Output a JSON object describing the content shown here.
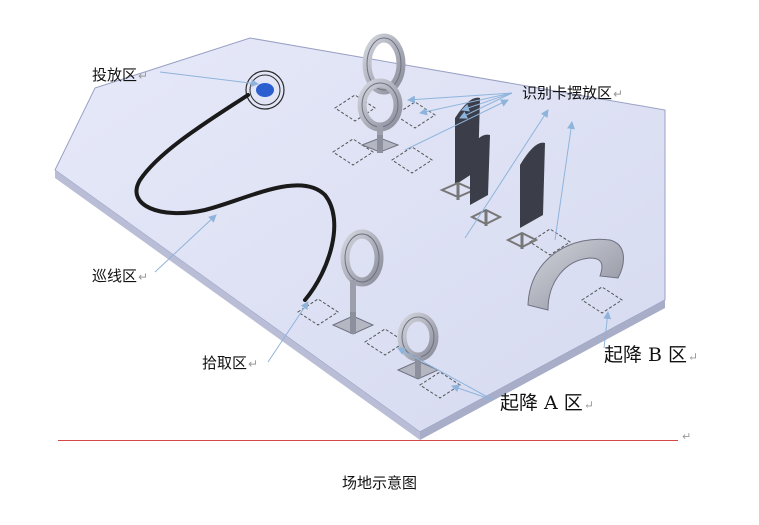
{
  "labels": {
    "release_zone": "投放区",
    "card_zone": "识别卡摆放区",
    "line_zone": "巡线区",
    "pickup_zone": "拾取区",
    "liftoff_b": "起降 B 区",
    "liftoff_a": "起降 A 区"
  },
  "return_mark": "↵",
  "caption": "场地示意图",
  "colors": {
    "board": "#dfe3f5",
    "board_edge": "#9aa0c4",
    "ring": "#aeb1bd",
    "arrow": "#8fb4dc",
    "blue_dot": "#2b5fd0",
    "flag": "#3b3d48"
  }
}
